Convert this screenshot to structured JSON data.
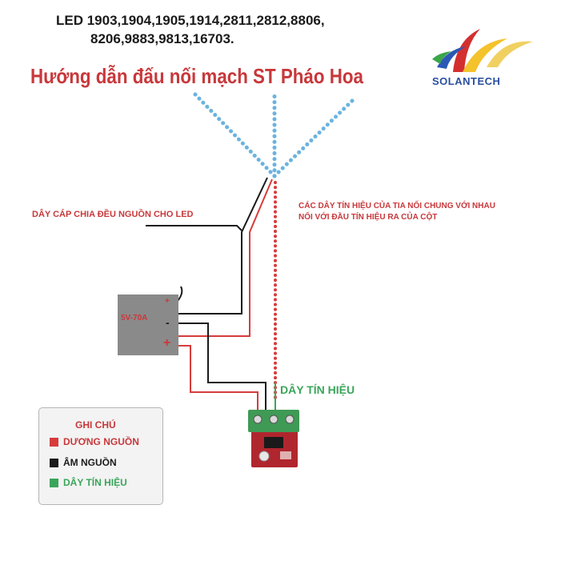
{
  "header": {
    "led_line1": "LED 1903,1904,1905,1914,2811,2812,8806,",
    "led_line2": "8206,9883,9813,16703.",
    "title": "Hướng dẫn đấu nối mạch ST Pháo Hoa"
  },
  "brand": {
    "name": "SOLANTECH"
  },
  "diagram": {
    "power_cable_label": "DÂY CÁP CHIA ĐỀU NGUỒN CHO LED",
    "signal_note_line1": "CÁC DÂY TÍN HIỆU CỦA TIA NỐI CHUNG VỚI NHAU",
    "signal_note_line2": "NỐI VỚI ĐẦU TÍN HIỆU RA CỦA CỘT",
    "psu_label": "5V-70A",
    "psu_plus_top": "+",
    "psu_minus": "-",
    "psu_plus_bottom": "+",
    "signal_label": "DÂY TÍN HIỆU"
  },
  "legend": {
    "title": "GHI CHÚ",
    "items": [
      {
        "label": "DƯƠNG NGUỒN",
        "color": "#d63c3c"
      },
      {
        "label": "ÂM NGUỒN",
        "color": "#1a1a1a"
      },
      {
        "label": "DÂY TÍN HIỆU",
        "color": "#3aa55a"
      }
    ]
  },
  "colors": {
    "red": "#c8383b",
    "led_blue": "#6bb3e0",
    "signal_green": "#3aa55a",
    "wire_black": "#1a1a1a",
    "psu_gray": "#8a8a8a",
    "board_green": "#3f9a55"
  }
}
